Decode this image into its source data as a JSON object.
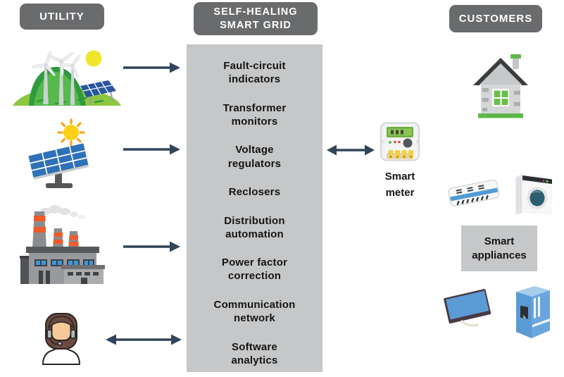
{
  "colors": {
    "header-bg": "#6a6b6d",
    "panel-bg": "#c6c7c8",
    "arrow": "#31455a",
    "text": "#141414",
    "green": "#5cb848",
    "blue": "#4f9bd5"
  },
  "headers": {
    "utility": "UTILITY",
    "smart_grid": "SELF-HEALING\nSMART GRID",
    "customers": "CUSTOMERS"
  },
  "smart_grid": {
    "components": [
      "Fault-circuit indicators",
      "Transformer monitors",
      "Voltage regulators",
      "Reclosers",
      "Distribution automation",
      "Power factor correction",
      "Communication network",
      "Software analytics"
    ]
  },
  "labels": {
    "smart_meter": "Smart meter",
    "smart_appliances": "Smart appliances"
  },
  "icons": {
    "utility_column": [
      "renewable-energy-icon",
      "solar-panel-icon",
      "factory-icon",
      "support-agent-icon"
    ],
    "middle": [
      "smart-meter-icon"
    ],
    "customers_column": [
      "house-icon",
      "air-conditioner-icon",
      "washing-machine-icon",
      "tv-icon",
      "refrigerator-icon"
    ],
    "connectors": [
      "arrow-right-icon",
      "arrow-right-icon",
      "arrow-right-icon",
      "arrow-double-icon",
      "arrow-double-icon"
    ]
  }
}
